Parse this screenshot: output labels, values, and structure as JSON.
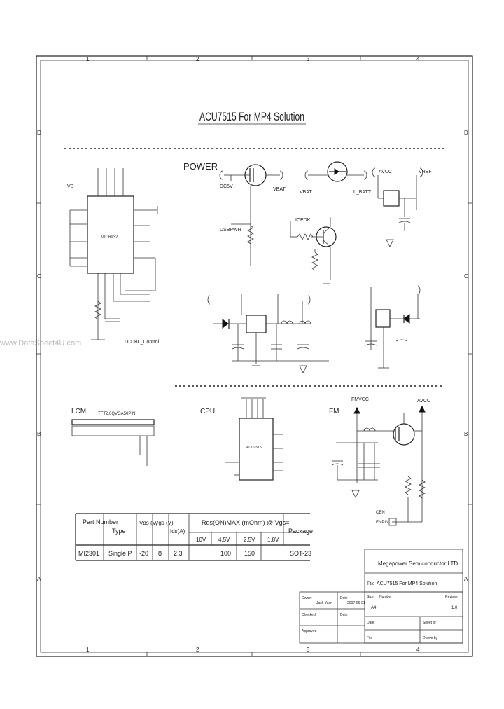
{
  "title": "ACU7515 For MP4 Solution",
  "watermark": "www.DataSheet4U.com",
  "zone_cols_top": [
    "1",
    "2",
    "3",
    "4"
  ],
  "zone_cols_bottom": [
    "1",
    "2",
    "3",
    "4"
  ],
  "zone_rows_left": [
    "D",
    "C",
    "B",
    "A"
  ],
  "zone_rows_right": [
    "D",
    "C",
    "B",
    "A"
  ],
  "sections": {
    "power": "POWER",
    "lcm": "LCM",
    "cpu": "CPU",
    "fm": "FM"
  },
  "net_labels": {
    "dc5v": "DC5V",
    "vbat": "VBAT",
    "usbpwr": "USBPWR",
    "vbat2": "VBAT",
    "l_batt": "L_BATT",
    "avcc": "AVCC",
    "vref": "VREF",
    "icedk": "ICEDK",
    "lcd_control": "LCDBL_Control",
    "vb": "VB",
    "lcm_part": "TFT2.0QVGA50PIN",
    "fm_pwrcc": "FMVCC",
    "fm_avcc": "AVCC",
    "fm_cen": "CEN",
    "fm_pin": "ENPIN"
  },
  "part_table": {
    "headers": {
      "part": "Part Number",
      "type": "Type",
      "vds": "Vds (V)",
      "vgs": "Vgs (V)",
      "ids": "Ids(A)",
      "rds": "Rds(ON)MAX (mOhm) @ Vgs=",
      "package": "Package"
    },
    "rds_columns": [
      "10V",
      "4.5V",
      "2.5V",
      "1.8V"
    ],
    "rows": [
      {
        "part": "MI2301",
        "type": "Single P",
        "vds": "-20",
        "vgs": "8",
        "ids": "2.3",
        "rds": [
          "",
          "100",
          "150",
          ""
        ],
        "package": "SOT-23"
      }
    ]
  },
  "title_block": {
    "company": "Megapower Semiconductor LTD",
    "title_label": "Title",
    "title_value": "ACU7515 For MP4 Solution",
    "size_label": "Size",
    "size_value": "A4",
    "number_label": "Number",
    "revision_label": "Revision",
    "revision_value": "1.0",
    "date_label": "Date",
    "file_label": "File",
    "sheet_label": "Sheet of",
    "drawn_by_label": "Drawn by",
    "owner_label": "Owner",
    "owner_value": "Jack Yuan",
    "date_value": "2007-06-01",
    "checked_label": "Checked",
    "approved_label": "Approved",
    "date2_label": "Date",
    "date3_label": "Date"
  }
}
